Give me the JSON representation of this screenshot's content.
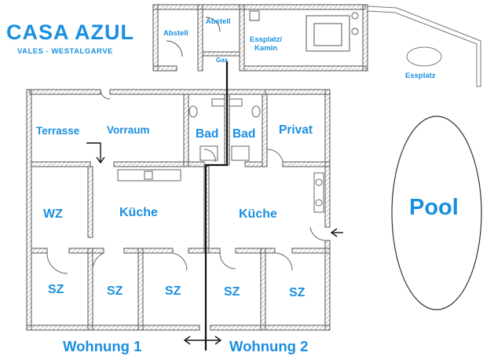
{
  "brand": {
    "title": "CASA AZUL",
    "subtitle": "VALES - WESTALGARVE"
  },
  "colors": {
    "label": "#1a8fe0",
    "wall": "#555555",
    "hatch": "#9a9a9a",
    "line": "#111111"
  },
  "rooms": {
    "abstell_1": "Abstell",
    "abstell_2": "Abstell",
    "gas": "Gas",
    "essplatz_kamin": "Essplatz/\nKamin",
    "essplatz": "Essplatz",
    "terrasse": "Terrasse",
    "vorraum": "Vorraum",
    "bad_1": "Bad",
    "bad_2": "Bad",
    "privat": "Privat",
    "wz": "WZ",
    "kueche_1": "Küche",
    "kueche_2": "Küche",
    "pool": "Pool",
    "sz_1": "SZ",
    "sz_2": "SZ",
    "sz_3": "SZ",
    "sz_4": "SZ",
    "sz_5": "SZ"
  },
  "units": {
    "wohnung_1": "Wohnung 1",
    "wohnung_2": "Wohnung 2"
  }
}
